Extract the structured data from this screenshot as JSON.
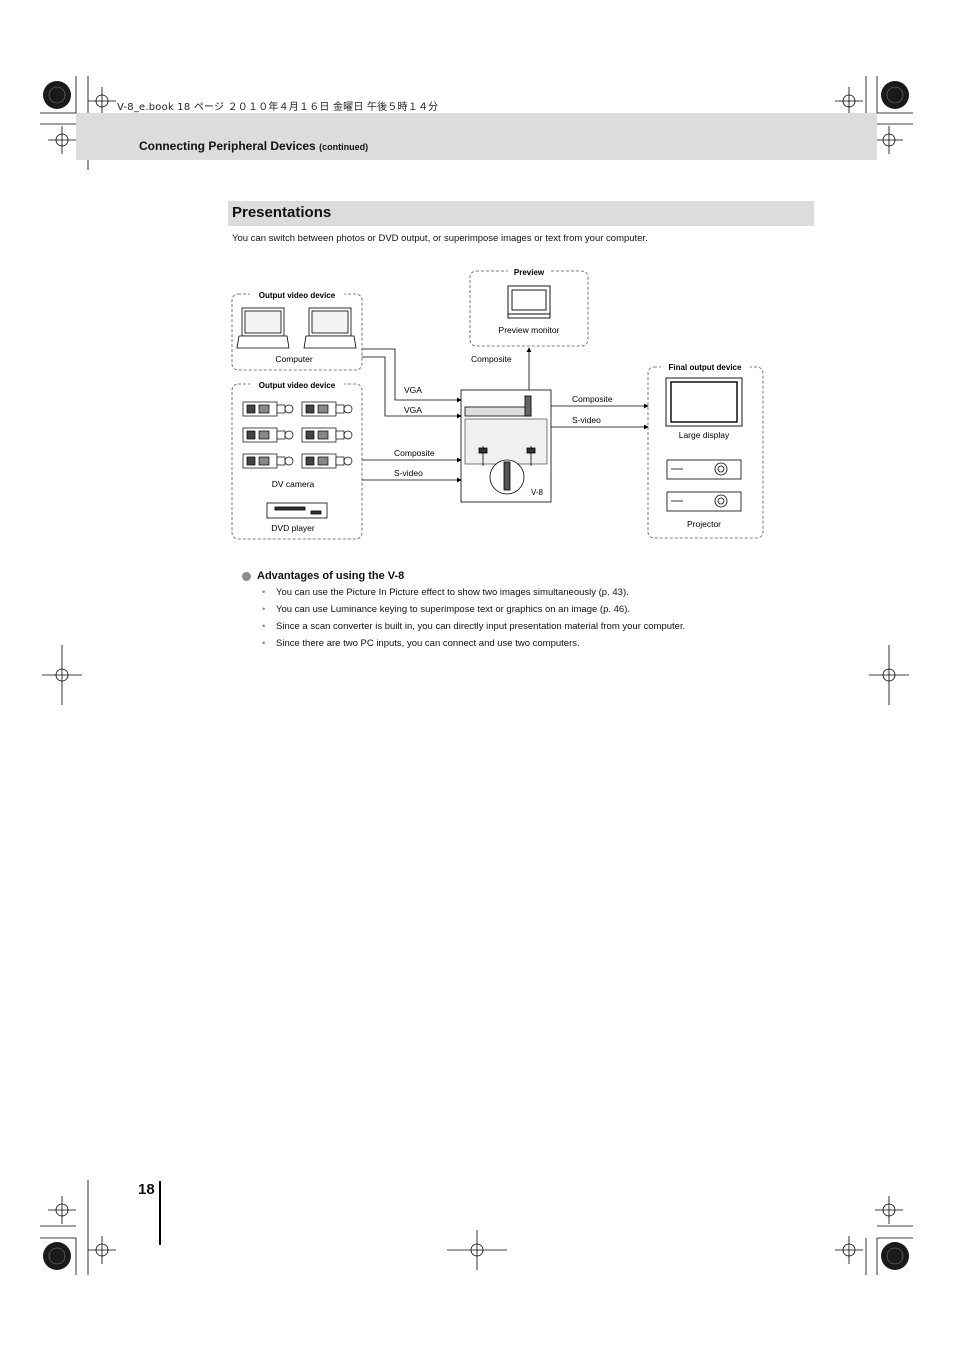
{
  "print_meta": "V-8_e.book 18 ページ ２０１０年４月１６日 金曜日 午後５時１４分",
  "header": {
    "title": "Connecting Peripheral Devices",
    "continued": "(continued)"
  },
  "section": {
    "title": "Presentations",
    "intro": "You can switch between photos or DVD output, or superimpose images or text from your computer."
  },
  "diagram": {
    "group_computer": "Output video device",
    "group_camera": "Output video device",
    "group_preview": "Preview",
    "group_final": "Final output device",
    "computer": "Computer",
    "dv_camera": "DV camera",
    "dvd_player": "DVD player",
    "preview_monitor": "Preview monitor",
    "large_display": "Large display",
    "projector": "Projector",
    "conn_vga_1": "VGA",
    "conn_vga_2": "VGA",
    "conn_composite_in": "Composite",
    "conn_svideo_in": "S-video",
    "conn_composite_preview": "Composite",
    "conn_composite_out": "Composite",
    "conn_svideo_out": "S-video",
    "mixer_logo": "V-8"
  },
  "advantages": {
    "heading": "Advantages of using the V-8",
    "items": [
      "You can use the Picture In Picture effect to show two images simultaneously (p. 43).",
      "You can use Luminance keying to superimpose text or graphics on an image (p. 46).",
      "Since a scan converter is built in, you can directly input presentation material from your computer.",
      "Since there are two PC inputs, you can connect and use two computers."
    ]
  },
  "page_number": "18"
}
